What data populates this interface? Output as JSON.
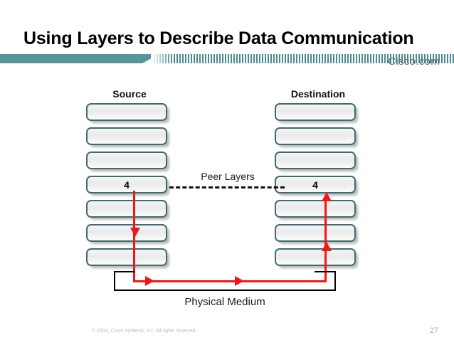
{
  "slide": {
    "title": "Using Layers to Describe Data Communication",
    "brand": "Cisco.com",
    "accent_color": "#58959b",
    "box_border_color": "#3f6b6e",
    "arrow_color": "#f41616"
  },
  "headings": {
    "source": "Source",
    "destination": "Destination"
  },
  "stacks": {
    "source": {
      "name": "Source",
      "layers": [
        {
          "index": 7,
          "label": ""
        },
        {
          "index": 6,
          "label": ""
        },
        {
          "index": 5,
          "label": ""
        },
        {
          "index": 4,
          "label": "4"
        },
        {
          "index": 3,
          "label": ""
        },
        {
          "index": 2,
          "label": ""
        },
        {
          "index": 1,
          "label": ""
        }
      ]
    },
    "destination": {
      "name": "Destination",
      "layers": [
        {
          "index": 7,
          "label": ""
        },
        {
          "index": 6,
          "label": ""
        },
        {
          "index": 5,
          "label": ""
        },
        {
          "index": 4,
          "label": "4"
        },
        {
          "index": 3,
          "label": ""
        },
        {
          "index": 2,
          "label": ""
        },
        {
          "index": 1,
          "label": ""
        }
      ]
    }
  },
  "annotations": {
    "peer_layers": "Peer Layers",
    "physical_medium": "Physical Medium"
  },
  "footer": {
    "copyright": "© 2004, Cisco Systems, Inc. All rights reserved.",
    "page_number": "27"
  }
}
